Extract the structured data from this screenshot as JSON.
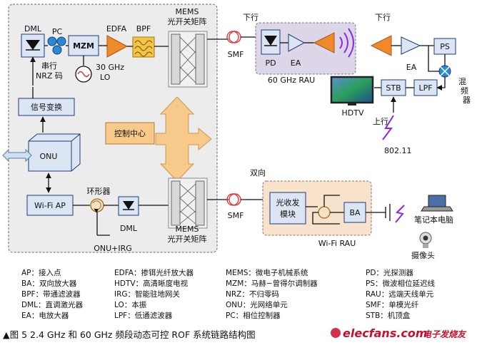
{
  "diagram": {
    "blocks": {
      "dml_top": "DML",
      "pc": "PC",
      "mzm": "MZM",
      "edfa": "EDFA",
      "bpf": "BPF",
      "mems_top_1": "MEMS",
      "mems_top_2": "光开关矩阵",
      "downlink": "下行",
      "downlink_right": "下行",
      "smf_top": "SMF",
      "pd": "PD",
      "ea_top": "EA",
      "rau_60": "60 GHz RAU",
      "ea_right": "EA",
      "ps": "PS",
      "mixer_1": "混",
      "mixer_2": "频",
      "mixer_3": "器",
      "hdtv": "HDTV",
      "stb": "STB",
      "lpf": "LPF",
      "uplink": "上行",
      "wifi_std": "802.11",
      "serial_1": "串行",
      "serial_2": "NRZ 码",
      "lo_1": "30 GHz",
      "lo_2": "LO",
      "signal_conv": "信号变换",
      "control_center": "控制中心",
      "onu": "ONU",
      "circulator_1": "环形器",
      "wifi_ap": "Wi-Fi AP",
      "dml_bottom": "DML",
      "mems_bot_1": "MEMS",
      "mems_bot_2": "光开关矩阵",
      "bidirectional": "双向",
      "smf_bottom": "SMF",
      "transceiver_1": "光收发",
      "transceiver_2": "模块",
      "ba": "BA",
      "wifi_rau": "Wi-Fi RAU",
      "onu_irg": "ONU+IRG",
      "laptop": "笔记本电脑",
      "camera": "摄像头"
    },
    "legend": [
      [
        "AP：接入点",
        "EDFA：掺铒光纤放大器",
        "MEMS：微电子机械系统",
        "PD：光探测器"
      ],
      [
        "BA：双向放大器",
        "HDTV：高清晰度电视",
        "MZM：马赫−曾得尔调制器",
        "PS：微波相位延迟线"
      ],
      [
        "BPF：带通滤波器",
        "IRG：智能驻地网关",
        "NRZ：不归零码",
        "RAU：远端天线单元"
      ],
      [
        "DML：直调激光器",
        "LO：本振",
        "ONU：光网络单元",
        "SMF：单模光纤"
      ],
      [
        "EA：电放大器",
        "LPF：低通滤波器",
        "PC：相位控制器",
        "STB：机顶盒"
      ]
    ],
    "caption": "▲图 5  2.4 GHz 和 60 GHz 频段动态可控 ROF 系统链路结构图",
    "watermark_site": "elecfans.com",
    "watermark_cn": "电子发烧友"
  },
  "colors": {
    "panel_fill": "#ececec",
    "box_fill": "#dbe5f3",
    "box_stroke": "#1e3a78",
    "amp_orange": "#f0892a",
    "rau60_fill": "#ddd6e8",
    "wifi_rau_fill": "#f8e2cc",
    "control_fill": "#f7c98a",
    "fiber_red": "#e0383b",
    "lightning": "#8a2be2",
    "caption_red": "#c8102e"
  }
}
